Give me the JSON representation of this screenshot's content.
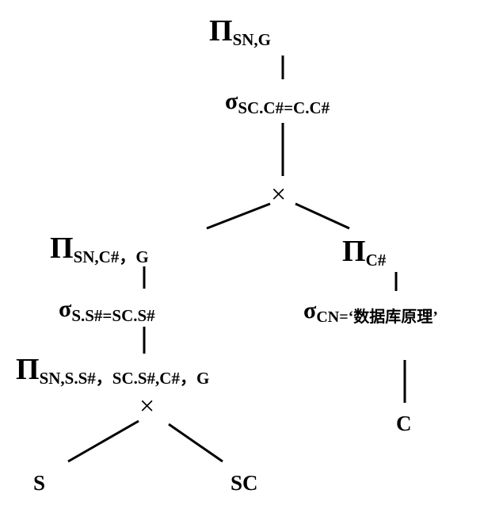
{
  "tree": {
    "root_project": {
      "symbol": "Π",
      "attrs": "SN,G"
    },
    "root_select": {
      "symbol": "σ",
      "cond": "SC.C#=C.C#"
    },
    "top_join": {
      "symbol": "×"
    },
    "left_project": {
      "symbol": "Π",
      "attrs": "SN,C#，G"
    },
    "left_select": {
      "symbol": "σ",
      "cond": "S.S#=SC.S#"
    },
    "left_inner_project": {
      "symbol": "Π",
      "attrs": "SN,S.S#，SC.S#,C#，G"
    },
    "bottom_join": {
      "symbol": "×"
    },
    "leaf_s": "S",
    "leaf_sc": "SC",
    "right_project": {
      "symbol": "Π",
      "attrs": "C#"
    },
    "right_select": {
      "symbol": "σ",
      "cond": "CN=‘数据库原理’"
    },
    "leaf_c": "C"
  }
}
